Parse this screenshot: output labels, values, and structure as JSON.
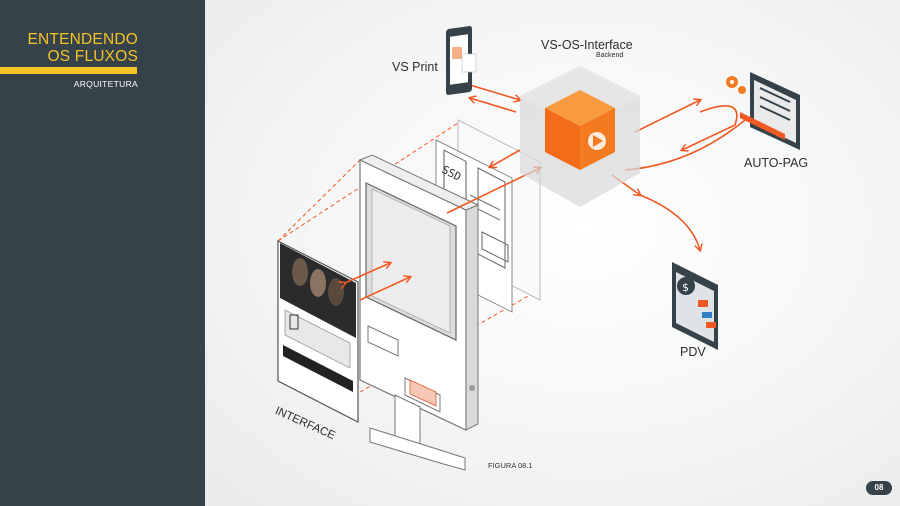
{
  "sidebar": {
    "title_line1": "ENTENDENDO",
    "title_line2": "OS FLUXOS",
    "subtitle": "ARQUITETURA",
    "accent_color": "#f4c324",
    "bg_color": "#354249"
  },
  "diagram": {
    "vs_print": "VS Print",
    "vs_os_interface": "VS-OS-Interface",
    "backend": "Backend",
    "auto_pag": "AUTO-PAG",
    "pdv": "PDV",
    "interface": "INTERFACE",
    "ssd": "SSD",
    "figure_caption": "FIGURA 08.1",
    "arrow_color": "#f05a22",
    "cube_color": "#f47a20",
    "icons": [
      "tablet-icon",
      "cube-logo-icon",
      "gear-window-icon",
      "phone-dollar-icon",
      "barcode-icon"
    ]
  },
  "footer": {
    "page_number": "08"
  }
}
